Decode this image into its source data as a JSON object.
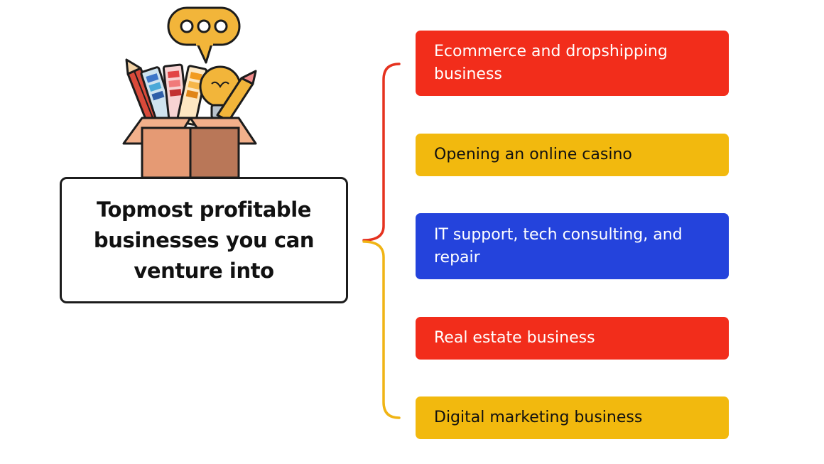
{
  "title": "Topmost profitable businesses you can venture into",
  "colors": {
    "red": "#f22d1b",
    "yellow": "#f2b90e",
    "blue": "#2443dc",
    "bracket_red": "#e5321f",
    "bracket_yellow": "#f0b414",
    "border": "#1c1c1c"
  },
  "illustration": {
    "icon": "creative-box-illustration"
  },
  "items": [
    {
      "label": "Ecommerce and dropshipping business",
      "color": "red"
    },
    {
      "label": "Opening an online casino",
      "color": "yellow"
    },
    {
      "label": "IT support, tech consulting, and repair",
      "color": "blue"
    },
    {
      "label": "Real estate business",
      "color": "red"
    },
    {
      "label": "Digital marketing business",
      "color": "yellow"
    }
  ]
}
